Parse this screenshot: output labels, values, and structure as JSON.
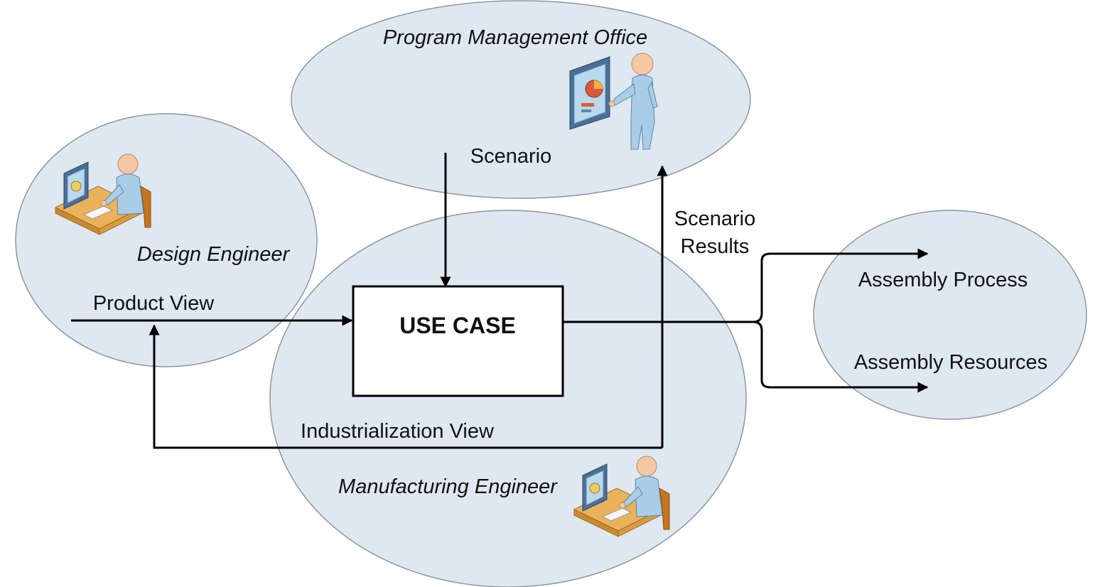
{
  "zones": {
    "pmo": "Program Management Office",
    "design": "Design Engineer",
    "manufacturing": "Manufacturing Engineer"
  },
  "use_case": "USE CASE",
  "flows": {
    "scenario": "Scenario",
    "scenario_results_line1": "Scenario",
    "scenario_results_line2": "Results",
    "product_view": "Product View",
    "industrialization_view": "Industrialization View"
  },
  "outputs": {
    "assembly_process": "Assembly Process",
    "assembly_resources": "Assembly Resources"
  },
  "icons": {
    "pmo": "presenter-icon",
    "design": "engineer-workstation-icon",
    "manufacturing": "engineer-workstation-icon"
  },
  "colors": {
    "zone_fill": "#dfe7f1",
    "zone_stroke": "#8e969e",
    "arrow": "#000000"
  }
}
